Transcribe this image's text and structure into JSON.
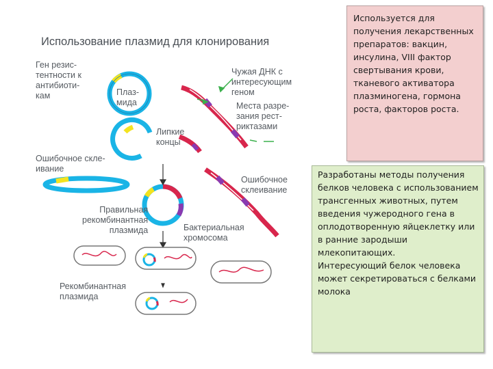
{
  "diagram": {
    "title": "Использование плазмид для клонирования",
    "labels": {
      "resistance_gene": "Ген резис-\nтентности к\nантибиоти-\nкам",
      "plasmid": "Плаз-\nмида",
      "foreign_dna": "Чужая ДНК с\nинтересующим\nгеном",
      "cut_sites": "Места разре-\nзания рест-\nриктазами",
      "sticky_ends": "Липкие\nконцы",
      "wrong_join_left": "Ошибочное скле-\nивание",
      "wrong_join_right": "Ошибочное\nсклеивание",
      "correct_recombinant": "Правильная\nрекомбинантная\nплазмида",
      "bacterial_chromosome": "Бактериальная\nхромосома",
      "recombinant_plasmid": "Рекомбинантная\nплазмида"
    },
    "colors": {
      "blue": "#1ab4e6",
      "yellow": "#f3e31f",
      "red": "#d8264c",
      "purple": "#8a3ab0",
      "green_arrow": "#3bb04c",
      "gray": "#555555"
    }
  },
  "boxes": {
    "pink_text": "Используется для получения лекарственных препаратов: вакцин, инсулина, VIII фактор свертывания крови, тканевого активатора плазминогена, гормона роста, факторов роста.",
    "green_text": "Разработаны методы получения белков человека  с использованием трансгенных животных, путем введения чужеродного гена в оплодотворенную яйцеклетку или в ранние зародыши млекопитающих.\nИнтересующий белок человека может секретироваться с белками молока"
  }
}
